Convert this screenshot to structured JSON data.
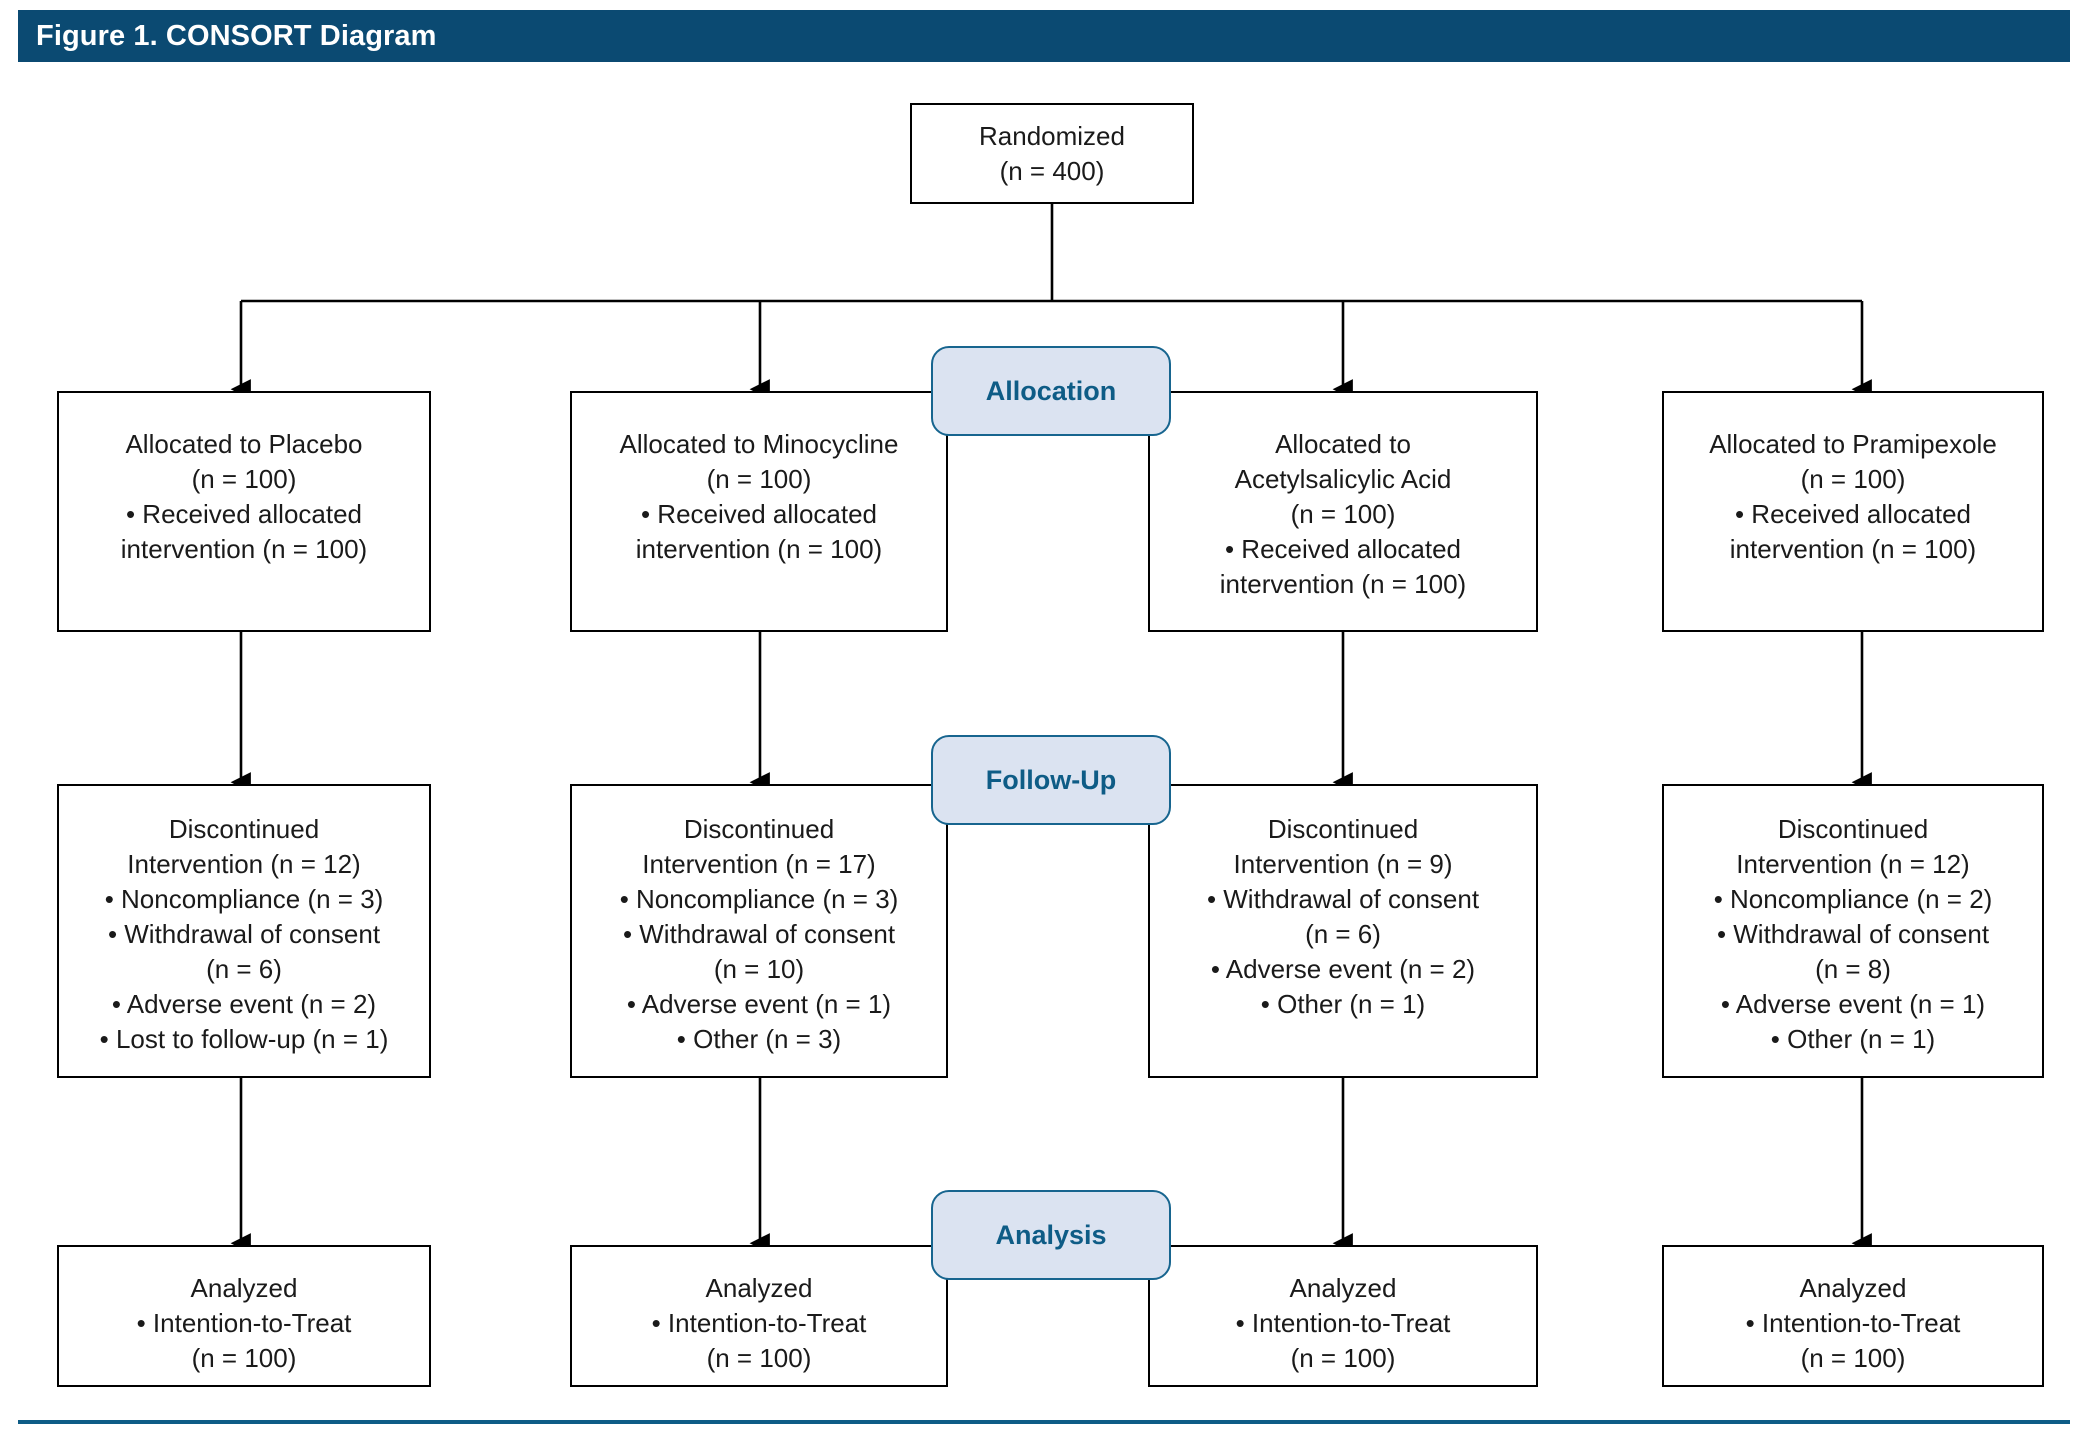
{
  "header": {
    "title": "Figure 1. CONSORT Diagram",
    "bar_color": "#0b4a72",
    "text_color": "#ffffff"
  },
  "footer": {
    "rule_color": "#0e5c86"
  },
  "colors": {
    "badge_fill": "#dbe3f1",
    "badge_border": "#17658f",
    "badge_text": "#0e5c86",
    "box_border": "#000000",
    "box_fill": "#ffffff",
    "connector": "#000000"
  },
  "chart_data": {
    "type": "diagram",
    "title": "Figure 1. CONSORT Diagram",
    "diagram_kind": "CONSORT participant flow",
    "enrollment": {
      "label": "Randomized",
      "n": 400
    },
    "stages": [
      "Allocation",
      "Follow-Up",
      "Analysis"
    ],
    "arms": [
      {
        "name": "Placebo",
        "allocated_n": 100,
        "received_n": 100,
        "discontinued_n": 12,
        "reasons": [
          {
            "label": "Noncompliance",
            "n": 3
          },
          {
            "label": "Withdrawal of consent",
            "n": 6
          },
          {
            "label": "Adverse event",
            "n": 2
          },
          {
            "label": "Lost to follow-up",
            "n": 1
          }
        ],
        "analyzed_itt_n": 100
      },
      {
        "name": "Minocycline",
        "allocated_n": 100,
        "received_n": 100,
        "discontinued_n": 17,
        "reasons": [
          {
            "label": "Noncompliance",
            "n": 3
          },
          {
            "label": "Withdrawal of consent",
            "n": 10
          },
          {
            "label": "Adverse event",
            "n": 1
          },
          {
            "label": "Other",
            "n": 3
          }
        ],
        "analyzed_itt_n": 100
      },
      {
        "name": "Acetylsalicylic Acid",
        "allocated_n": 100,
        "received_n": 100,
        "discontinued_n": 9,
        "reasons": [
          {
            "label": "Withdrawal of consent",
            "n": 6
          },
          {
            "label": "Adverse event",
            "n": 2
          },
          {
            "label": "Other",
            "n": 1
          }
        ],
        "analyzed_itt_n": 100
      },
      {
        "name": "Pramipexole",
        "allocated_n": 100,
        "received_n": 100,
        "discontinued_n": 12,
        "reasons": [
          {
            "label": "Noncompliance",
            "n": 2
          },
          {
            "label": "Withdrawal of consent",
            "n": 8
          },
          {
            "label": "Adverse event",
            "n": 1
          },
          {
            "label": "Other",
            "n": 1
          }
        ],
        "analyzed_itt_n": 100
      }
    ]
  },
  "enrollment_box": {
    "lines": [
      "Randomized",
      "(n = 400)"
    ]
  },
  "stage_badges": [
    {
      "label": "Allocation"
    },
    {
      "label": "Follow-Up"
    },
    {
      "label": "Analysis"
    }
  ],
  "allocation_boxes": [
    {
      "lines": [
        "Allocated to Placebo",
        "(n = 100)",
        "• Received allocated",
        "intervention (n = 100)"
      ]
    },
    {
      "lines": [
        "Allocated to Minocycline",
        "(n = 100)",
        "• Received allocated",
        "intervention (n = 100)"
      ]
    },
    {
      "lines": [
        "Allocated to",
        "Acetylsalicylic Acid",
        "(n = 100)",
        "• Received allocated",
        "intervention (n = 100)"
      ]
    },
    {
      "lines": [
        "Allocated to Pramipexole",
        "(n = 100)",
        "• Received allocated",
        "intervention (n = 100)"
      ]
    }
  ],
  "followup_boxes": [
    {
      "lines": [
        "Discontinued",
        "Intervention (n = 12)",
        "• Noncompliance (n = 3)",
        "• Withdrawal of consent",
        "(n = 6)",
        "• Adverse event (n = 2)",
        "• Lost to follow-up (n = 1)"
      ]
    },
    {
      "lines": [
        "Discontinued",
        "Intervention (n = 17)",
        "• Noncompliance (n = 3)",
        "• Withdrawal of consent",
        "(n = 10)",
        "• Adverse event (n = 1)",
        "• Other (n = 3)"
      ]
    },
    {
      "lines": [
        "Discontinued",
        "Intervention (n = 9)",
        "• Withdrawal of consent",
        "(n = 6)",
        "• Adverse event (n = 2)",
        "• Other (n = 1)"
      ]
    },
    {
      "lines": [
        "Discontinued",
        "Intervention (n = 12)",
        "• Noncompliance (n = 2)",
        "• Withdrawal of consent",
        "(n = 8)",
        "• Adverse event (n = 1)",
        "• Other (n = 1)"
      ]
    }
  ],
  "analysis_boxes": [
    {
      "lines": [
        "Analyzed",
        "• Intention-to-Treat",
        "(n = 100)"
      ]
    },
    {
      "lines": [
        "Analyzed",
        "• Intention-to-Treat",
        "(n = 100)"
      ]
    },
    {
      "lines": [
        "Analyzed",
        "• Intention-to-Treat",
        "(n = 100)"
      ]
    },
    {
      "lines": [
        "Analyzed",
        "• Intention-to-Treat",
        "(n = 100)"
      ]
    }
  ]
}
